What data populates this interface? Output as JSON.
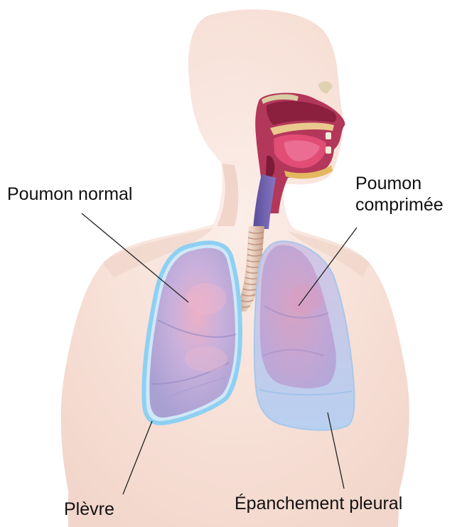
{
  "labels": {
    "poumon_normal": "Poumon normal",
    "poumon_comprime_line1": "Poumon",
    "poumon_comprime_line2": "comprimée",
    "plevre": "Plèvre",
    "epanchement": "Épanchement pleural"
  },
  "colors": {
    "skin": "#f7e3db",
    "skin_shadow": "#efcfc3",
    "lung_normal": "#b9a8d6",
    "lung_normal_center": "#e7a7c0",
    "lung_compressed": "#c8a6cf",
    "pleura_outline": "#8fd0f2",
    "effusion_fluid": "#bcd3f0",
    "trachea": "#d9b8a5",
    "throat": "#9c2a4a",
    "leader_line": "#222222"
  }
}
